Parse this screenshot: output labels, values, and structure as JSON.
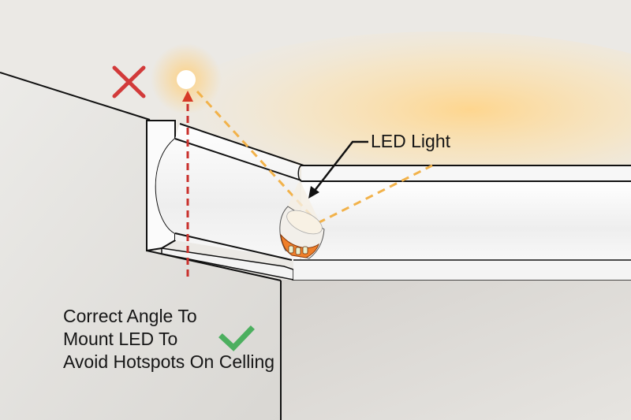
{
  "diagram": {
    "callout_label": "LED Light",
    "caption_lines": [
      "Correct Angle To",
      "Mount LED To",
      "Avoid Hotspots On Celling"
    ],
    "incorrect_marker": "x-mark",
    "correct_marker": "check-mark",
    "colors": {
      "wrong": "#d23a3a",
      "right": "#4caf5f",
      "light_beam": "#f2b24a",
      "led_band": "#ef7f2a",
      "glow": "#ffd58a",
      "wall": "#e6e4e0",
      "outline": "#111111"
    }
  }
}
